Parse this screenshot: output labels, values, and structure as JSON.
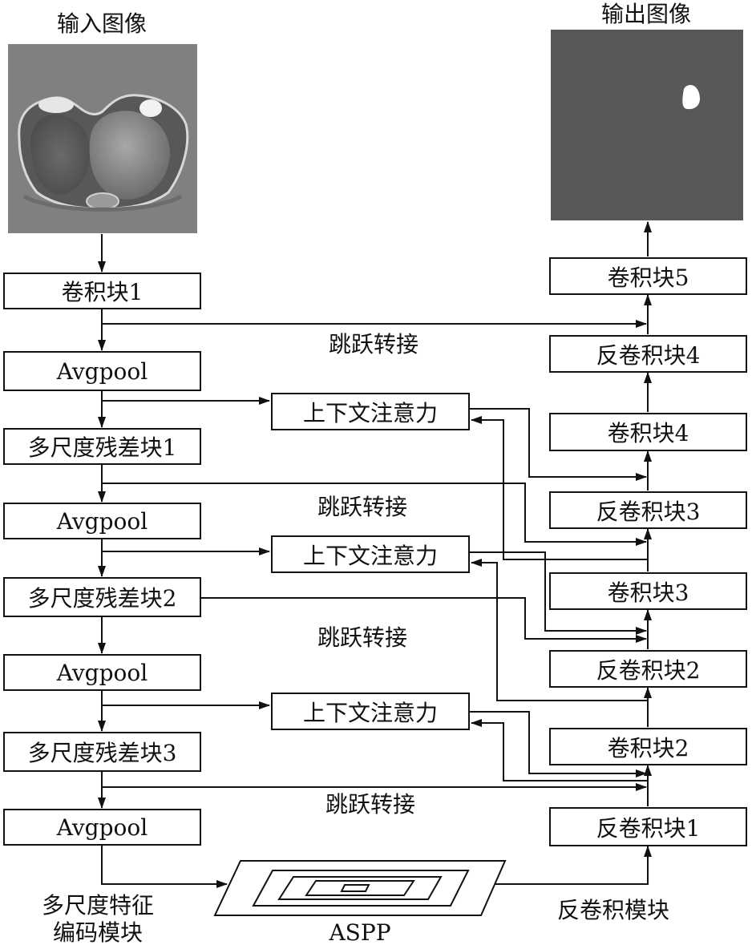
{
  "images": {
    "input_title": "输入图像",
    "output_title": "输出图像"
  },
  "encoder": {
    "blocks": [
      "卷积块1",
      "Avgpool",
      "多尺度残差块1",
      "Avgpool",
      "多尺度残差块2",
      "Avgpool",
      "多尺度残差块3",
      "Avgpool"
    ],
    "module_label_line1": "多尺度特征",
    "module_label_line2": "编码模块"
  },
  "decoder": {
    "blocks": [
      "卷积块5",
      "反卷积块4",
      "卷积块4",
      "反卷积块3",
      "卷积块3",
      "反卷积块2",
      "卷积块2",
      "反卷积块1"
    ],
    "module_label": "反卷积模块"
  },
  "attention": {
    "blocks": [
      "上下文注意力",
      "上下文注意力",
      "上下文注意力"
    ]
  },
  "skip_labels": [
    "跳跃转接",
    "跳跃转接",
    "跳跃转接",
    "跳跃转接"
  ],
  "aspp": {
    "label": "ASPP"
  },
  "colors": {
    "line": "#111111",
    "output_bg": "#585858",
    "input_bg": "#808080",
    "mask": "#ffffff"
  }
}
